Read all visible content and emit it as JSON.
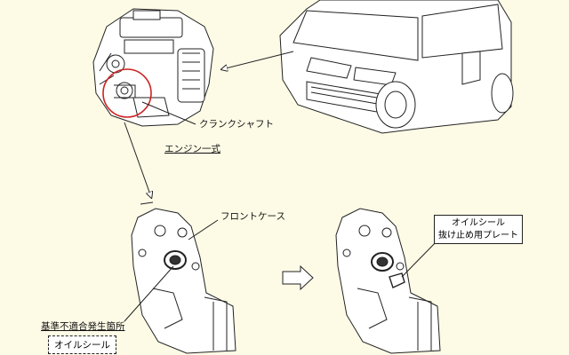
{
  "labels": {
    "crankshaft": "クランクシャフト",
    "engine_assy": "エンジン一式",
    "front_case": "フロントケース",
    "defect_location": "基準不適合発生箇所",
    "oil_seal": "オイルシール",
    "retainer_plate_line1": "オイルシール",
    "retainer_plate_line2": "抜け止め用プレート"
  },
  "colors": {
    "background": "#fdfbe6",
    "highlight_circle": "#cc2222",
    "line": "#222222"
  }
}
